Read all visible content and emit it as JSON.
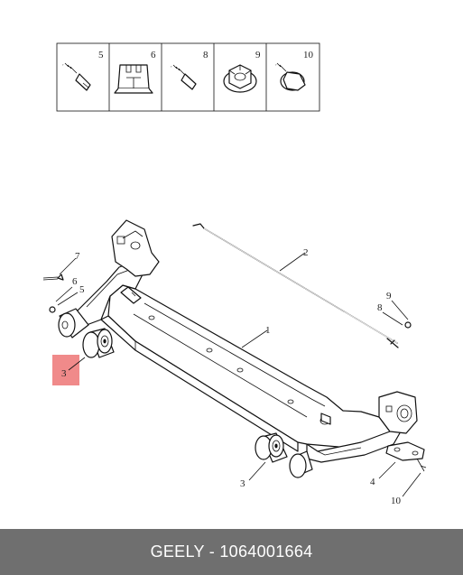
{
  "parts_table": {
    "cells": [
      {
        "number": "5"
      },
      {
        "number": "6"
      },
      {
        "number": "8"
      },
      {
        "number": "9"
      },
      {
        "number": "10"
      }
    ]
  },
  "callouts": {
    "beam": "1",
    "cable": "2",
    "bushing_left": "3",
    "bushing_right": "3",
    "bracket": "4",
    "pin_left": "5",
    "nut_left": "6",
    "clip_left": "7",
    "pin_right": "8",
    "nut_right": "9",
    "bolt_right": "10"
  },
  "footer": {
    "text": "GEELY - 1064001664"
  },
  "colors": {
    "footer_background": "#6f6f6f",
    "highlight": "#f08a8a"
  }
}
